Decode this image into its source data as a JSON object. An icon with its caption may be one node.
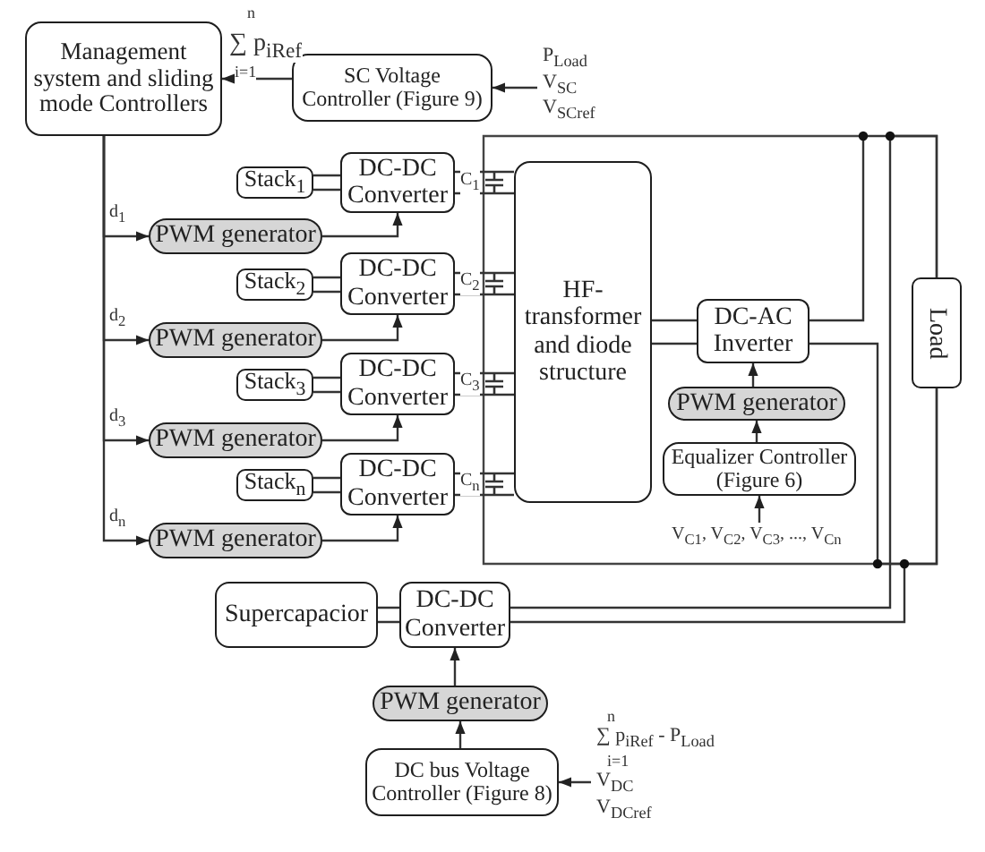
{
  "diagram": {
    "nodes": [
      {
        "text": [
          "Management system and sliding mode Controllers"
        ]
      },
      {
        "text": [
          "SC Voltage Controller (Figure 9)"
        ]
      },
      {
        "text": [
          "Stack$_{1}$"
        ]
      },
      {
        "text": [
          "DC-DC Converter"
        ]
      },
      {
        "text": [
          "PWM generator"
        ]
      },
      {
        "text": [
          "Stack$_{2}$"
        ]
      },
      {
        "text": [
          "DC-DC Converter"
        ]
      },
      {
        "text": [
          "PWM generator"
        ]
      },
      {
        "text": [
          "Stack$_{3}$"
        ]
      },
      {
        "text": [
          "DC-DC Converter"
        ]
      },
      {
        "text": [
          "PWM generator"
        ]
      },
      {
        "text": [
          "Stack$_{n}$"
        ]
      },
      {
        "text": [
          "DC-DC Converter"
        ]
      },
      {
        "text": [
          "PWM generator"
        ]
      },
      {
        "text": [
          "HF-transformer and diode structure"
        ]
      },
      {
        "text": [
          "DC-AC Inverter"
        ]
      },
      {
        "text": [
          "PWM generator"
        ]
      },
      {
        "text": [
          "Equalizer Controller (Figure 6)"
        ]
      },
      {
        "text": [
          "Load"
        ]
      },
      {
        "text": [
          "Supercapacior"
        ]
      },
      {
        "text": [
          "DC-DC Converter"
        ]
      },
      {
        "text": [
          "PWM generator"
        ]
      },
      {
        "text": [
          "DC bus Voltage Controller (Figure 8)"
        ]
      },
      {
        "text": [
          "P$_{Load}$ V$_{SC}$ V$_{SCref}$"
        ]
      },
      {
        "text": [
          "V$_{C1}$, V$_{C2}$, V$_{C3}$, ..., V$_{Cn}$"
        ]
      },
      {
        "text": [
          "n",
          "∑ p$_{iRef}$ - P$_{Load}$",
          "i=1",
          "V$_{DC}$",
          "V$_{DCref}$"
        ]
      }
    ],
    "edges": [
      {
        "from": 1,
        "to": 0,
        "arrow": "to",
        "label": "∑ p$_{iRef}$"
      },
      {
        "from": 23,
        "to": 1,
        "arrow": "to"
      },
      {
        "from": 0,
        "to": 4,
        "arrow": "to",
        "label": "d$_{1}$"
      },
      {
        "from": 0,
        "to": 7,
        "arrow": "to",
        "label": "d$_{2}$"
      },
      {
        "from": 0,
        "to": 10,
        "arrow": "to",
        "label": "d$_{3}$"
      },
      {
        "from": 0,
        "to": 13,
        "arrow": "to",
        "label": "d$_{n}$"
      },
      {
        "from": 4,
        "to": 3,
        "arrow": "to"
      },
      {
        "from": 7,
        "to": 6,
        "arrow": "to"
      },
      {
        "from": 10,
        "to": 9,
        "arrow": "to"
      },
      {
        "from": 13,
        "to": 12,
        "arrow": "to"
      },
      {
        "from": 2,
        "to": 3,
        "arrow": "none"
      },
      {
        "from": 5,
        "to": 6,
        "arrow": "none"
      },
      {
        "from": 8,
        "to": 9,
        "arrow": "none"
      },
      {
        "from": 11,
        "to": 12,
        "arrow": "none"
      },
      {
        "from": 3,
        "to": 14,
        "arrow": "none",
        "label": "C$_{1}$"
      },
      {
        "from": 6,
        "to": 14,
        "arrow": "none",
        "label": "C$_{2}$"
      },
      {
        "from": 9,
        "to": 14,
        "arrow": "none",
        "label": "C$_{3}$"
      },
      {
        "from": 12,
        "to": 14,
        "arrow": "none",
        "label": "C$_{n}$"
      },
      {
        "from": 14,
        "to": 15,
        "arrow": "none"
      },
      {
        "from": 15,
        "to": 18,
        "arrow": "none"
      },
      {
        "from": 17,
        "to": 16,
        "arrow": "to"
      },
      {
        "from": 16,
        "to": 15,
        "arrow": "to"
      },
      {
        "from": 24,
        "to": 17,
        "arrow": "to"
      },
      {
        "from": 19,
        "to": 20,
        "arrow": "none"
      },
      {
        "from": 20,
        "to": 18,
        "arrow": "none"
      },
      {
        "from": 21,
        "to": 20,
        "arrow": "to"
      },
      {
        "from": 22,
        "to": 21,
        "arrow": "to"
      },
      {
        "from": 25,
        "to": 22,
        "arrow": "to"
      },
      {
        "from": 20,
        "to": 18,
        "arrow": "none"
      },
      {
        "from": 15,
        "to": 18,
        "arrow": "none"
      }
    ],
    "labels": [
      "n",
      "i=1"
    ]
  }
}
